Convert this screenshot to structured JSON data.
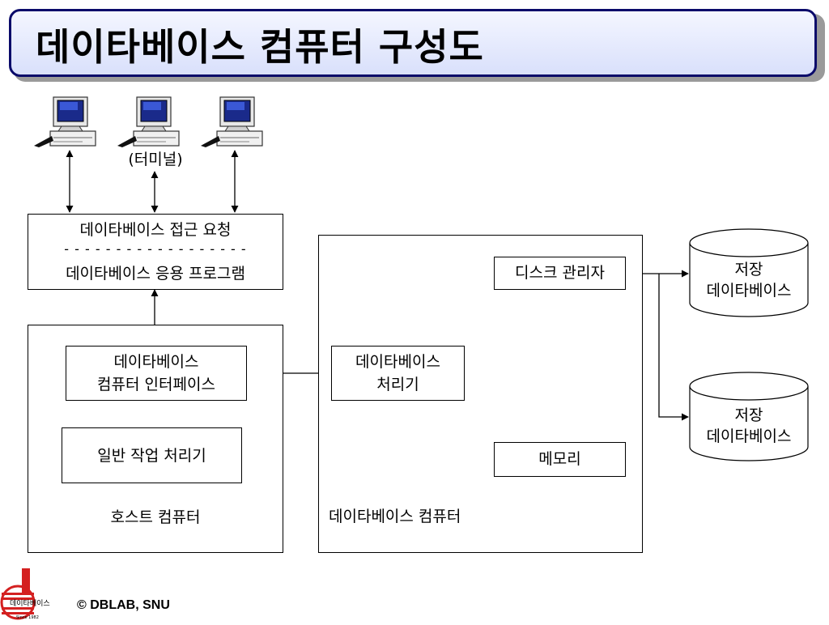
{
  "title": "데이타베이스 컴퓨터 구성도",
  "terminals": {
    "label": "(터미널)",
    "count": 3
  },
  "access_box": {
    "top": "데이타베이스 접근 요청",
    "dashes": "- - - - - - - - - - - - - - - - - -",
    "bottom": "데이타베이스 응용 프로그램"
  },
  "host": {
    "interface_line1": "데이타베이스",
    "interface_line2": "컴퓨터 인터페이스",
    "general_processor": "일반 작업 처리기",
    "label": "호스트 컴퓨터"
  },
  "db_computer": {
    "processor_line1": "데이타베이스",
    "processor_line2": "처리기",
    "disk_manager": "디스크 관리자",
    "memory": "메모리",
    "label": "데이타베이스 컴퓨터"
  },
  "storage": [
    {
      "line1": "저장",
      "line2": "데이타베이스"
    },
    {
      "line1": "저장",
      "line2": "데이타베이스"
    }
  ],
  "footer": {
    "logo_text": "데이타베이스",
    "logo_sub": "Since 1982",
    "copyright": "© DBLAB, SNU"
  },
  "colors": {
    "title_border": "#0a0a6a",
    "title_fill": "#d9e0fb",
    "logo_red": "#d42020"
  }
}
